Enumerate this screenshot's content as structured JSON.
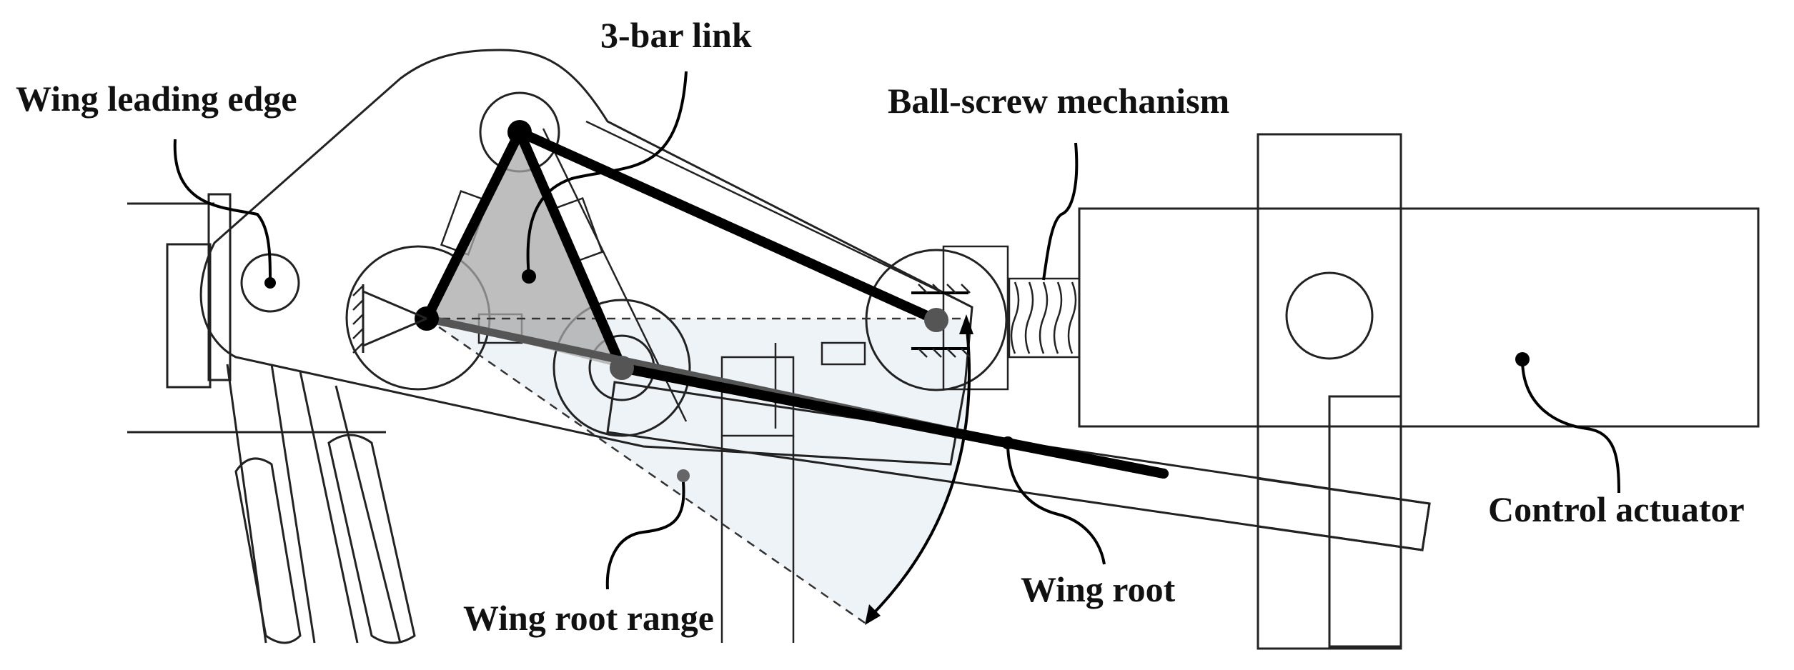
{
  "labels": {
    "three_bar_link": "3-bar link",
    "wing_leading_edge": "Wing leading edge",
    "ball_screw": "Ball-screw mechanism",
    "control_actuator": "Control actuator",
    "wing_root": "Wing root",
    "wing_root_range": "Wing root range"
  },
  "colors": {
    "range_fill": "#eef3f8",
    "triangle_fill": "#a8a8a8",
    "line": "#222222",
    "link": "#000000",
    "root_link": "#555555"
  }
}
